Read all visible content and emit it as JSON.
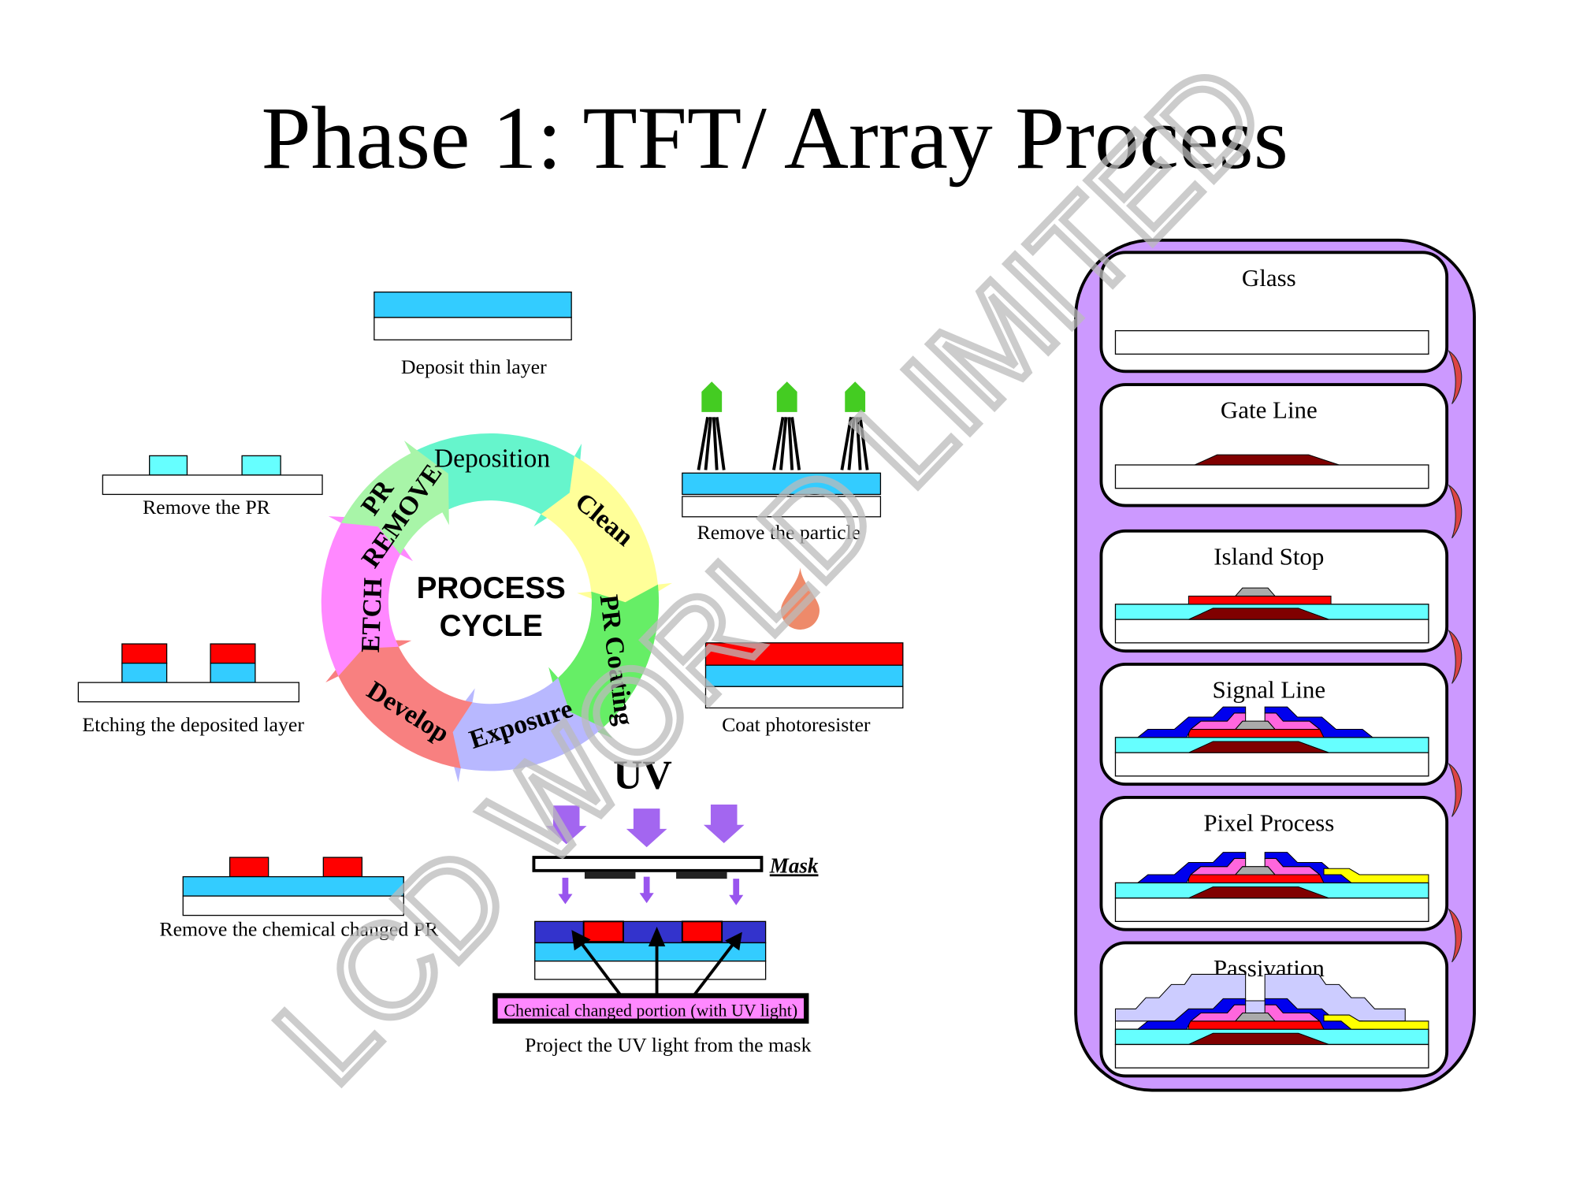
{
  "title": "Phase 1: TFT/ Array Process",
  "watermark": "LCD WORLD LIMITED",
  "cycle": {
    "center_line1": "PROCESS",
    "center_line2": "CYCLE",
    "steps": [
      {
        "label": "Deposition",
        "color": "#66f5cc"
      },
      {
        "label": "Clean",
        "color": "#ffff99"
      },
      {
        "label": "PR Coating",
        "color": "#66ee66"
      },
      {
        "label": "Exposure",
        "color": "#b8b8ff"
      },
      {
        "label": "Develop",
        "color": "#f88080"
      },
      {
        "label": "ETCH",
        "color": "#ff88ff"
      },
      {
        "label_line1": "PR",
        "label_line2": "REMOVE",
        "color": "#a8f5a8"
      }
    ]
  },
  "captions": {
    "deposit": "Deposit thin layer",
    "remove_particle": "Remove the particle",
    "coat": "Coat photoresister",
    "remove_pr": "Remove the PR",
    "etching": "Etching the deposited layer",
    "remove_chemical": "Remove the chemical changed PR",
    "project": "Project the UV light from the mask"
  },
  "exposure": {
    "uv_label": "UV",
    "mask_label": "Mask",
    "chemical_label": "Chemical changed portion (with UV light)"
  },
  "stages": [
    {
      "title": "Glass"
    },
    {
      "title": "Gate Line"
    },
    {
      "title": "Island Stop"
    },
    {
      "title": "Signal Line"
    },
    {
      "title": "Pixel Process"
    },
    {
      "title": "Passivation"
    }
  ],
  "colors": {
    "cyan_layer": "#33ccff",
    "pr_red": "#ff0000",
    "panel_purple": "#cc99ff",
    "uv_purple": "#9955ee"
  }
}
